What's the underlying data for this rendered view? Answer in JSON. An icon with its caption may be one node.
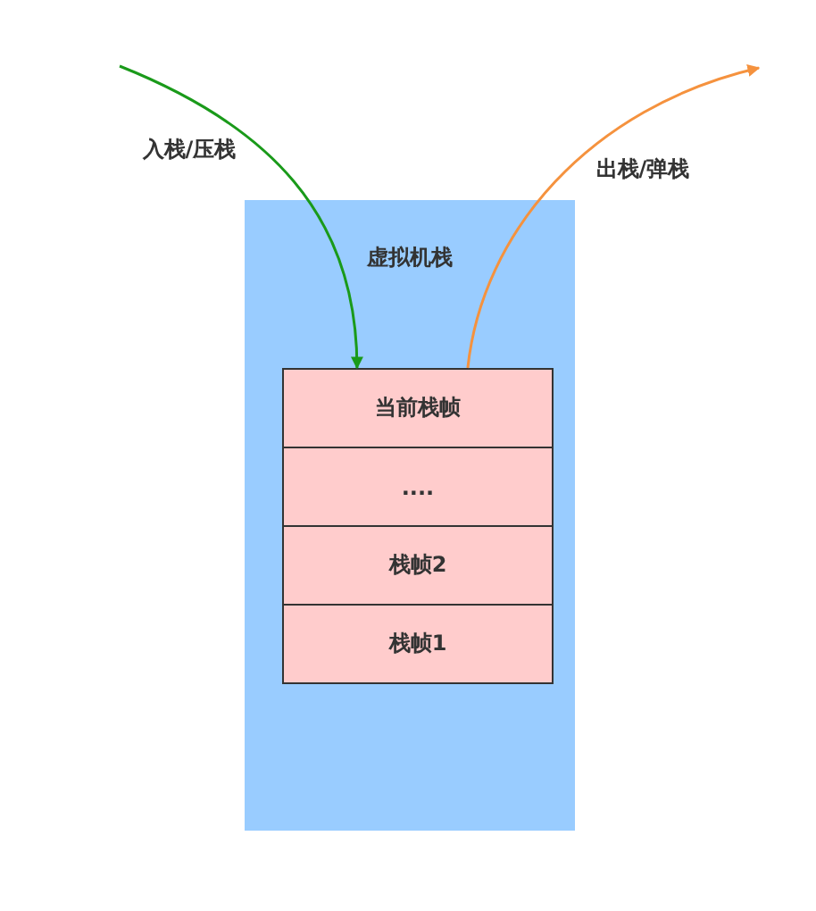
{
  "diagram": {
    "nodes": [
      {
        "text": [
          "虚拟机栈"
        ]
      },
      {
        "text": [
          "当前栈帧"
        ],
        "in": 0
      },
      {
        "text": [
          "...."
        ],
        "in": 0
      },
      {
        "text": [
          "栈帧2"
        ],
        "in": 0
      },
      {
        "text": [
          "栈帧1"
        ],
        "in": 0
      }
    ],
    "edges": [
      {
        "from": null,
        "to": 1,
        "arrow": "to",
        "label": "入栈/压栈",
        "color": "#1a9a1a"
      },
      {
        "from": 1,
        "to": null,
        "arrow": "to",
        "label": "出栈/弹栈",
        "color": "#f5923e"
      }
    ]
  }
}
